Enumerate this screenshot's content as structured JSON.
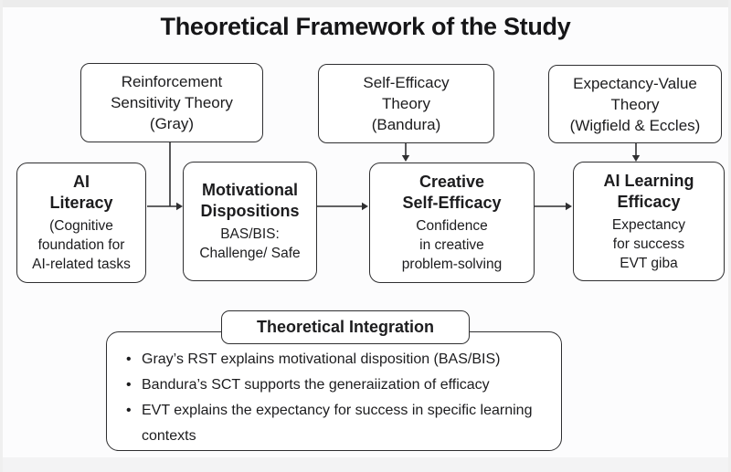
{
  "title": "Theoretical Framework of the Study",
  "colors": {
    "border": "#2f2f31",
    "text": "#1c1c1e",
    "box_fill": "#ffffff",
    "canvas_bg": "#fcfcfd",
    "edge_strip": "#ececec"
  },
  "theory_boxes": [
    {
      "label": "Reinforcement\nSensitivity Theory\n(Gray)"
    },
    {
      "label": "Self-Efficacy\nTheory\n(Bandura)"
    },
    {
      "label": "Expectancy-Value\nTheory\n(Wigfield & Eccles)"
    }
  ],
  "construct_boxes": [
    {
      "heading": "AI\nLiteracy",
      "description": "(Cognitive\nfoundation for\nAI-related tasks"
    },
    {
      "heading": "Motivational\nDispositions",
      "description": "BAS/BIS:\nChallenge/ Safe"
    },
    {
      "heading": "Creative\nSelf-Efficacy",
      "description": "Confidence\nin creative\nproblem-solving"
    },
    {
      "heading": "AI Learning\nEfficacy",
      "description": "Expectancy\nfor success\nEVT giba"
    }
  ],
  "integration": {
    "title": "Theoretical Integration",
    "bullets": [
      "Gray’s RST explains motivational disposition (BAS/BIS)",
      "Bandura’s SCT supports the generaiization of efficacy",
      "EVT explains the expectancy for success in specific learning contexts"
    ]
  }
}
